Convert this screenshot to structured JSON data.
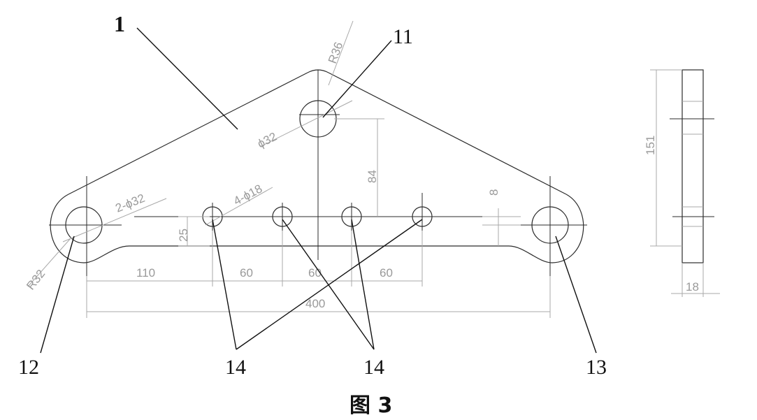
{
  "callouts": {
    "part_1": "1",
    "hole_11": "11",
    "hole_12": "12",
    "hole_13": "13",
    "holes_14_left": "14",
    "holes_14_right": "14"
  },
  "dimensions": {
    "r36": "R36",
    "d32_top": "ϕ32",
    "d32_ends": "2-ϕ32",
    "d18": "4-ϕ18",
    "r32": "R32",
    "v84": "84",
    "v8": "8",
    "v25": "25",
    "h110": "110",
    "h60_a": "60",
    "h60_b": "60",
    "h60_c": "60",
    "h400": "400",
    "side_151": "151",
    "side_18": "18"
  },
  "caption": "图 3"
}
